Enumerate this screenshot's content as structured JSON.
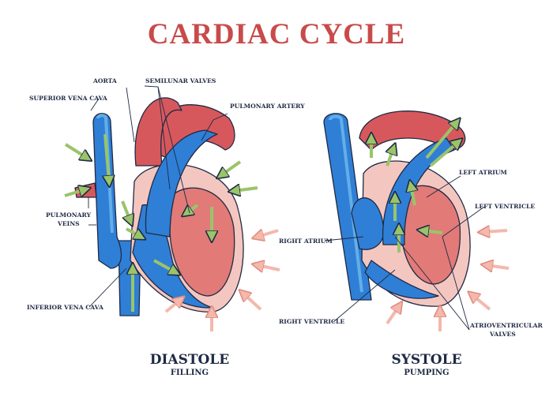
{
  "title": "CARDIAC CYCLE",
  "diastole": {
    "name": "DIASTOLE",
    "subtitle": "FILLING",
    "labels": {
      "aorta": "AORTA",
      "semilunar_valves": "SEMILUNAR VALVES",
      "superior_vena_cava": "SUPERIOR VENA CAVA",
      "pulmonary_artery": "PULMONARY ARTERY",
      "pulmonary_veins_1": "PULMONARY",
      "pulmonary_veins_2": "VEINS",
      "inferior_vena_cava": "INFERIOR VENA CAVA"
    }
  },
  "systole": {
    "name": "SYSTOLE",
    "subtitle": "PUMPING",
    "labels": {
      "left_atrium": "LEFT ATRIUM",
      "left_ventricle": "LEFT VENTRICLE",
      "right_atrium": "RIGHT ATRIUM",
      "right_ventricle": "RIGHT VENTRICLE",
      "av_valves_1": "ATRIOVENTRICULAR",
      "av_valves_2": "VALVES"
    }
  },
  "colors": {
    "title": "#c94a4a",
    "blue": "#2f7fd6",
    "blue_light": "#63aee8",
    "red": "#d7585c",
    "pink": "#f4c6c0",
    "green_arrow": "#9ac46a",
    "pink_arrow": "#f4b8ad",
    "outline": "#1f2a44"
  }
}
